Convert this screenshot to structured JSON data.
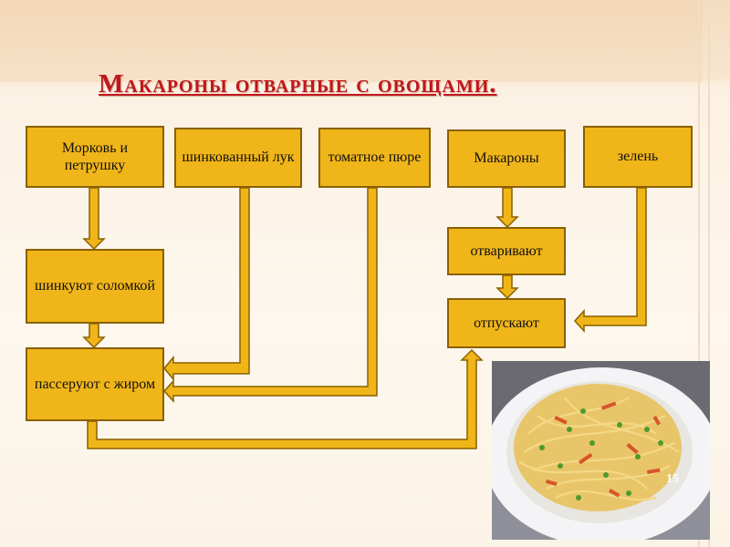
{
  "title": "Макароны отварные с овощами.",
  "boxes": {
    "carrot": "Морковь и петрушку",
    "onion": "шинкованный лук",
    "tomato": "томатное пюре",
    "pasta": "Макароны",
    "greens": "зелень",
    "julienne": "шинкуют соломкой",
    "saute": "пассеруют с жиром",
    "boil": "отваривают",
    "serve": "отпускают"
  },
  "page_number": "15",
  "colors": {
    "box": "#f0b519",
    "title": "#c0161d"
  }
}
